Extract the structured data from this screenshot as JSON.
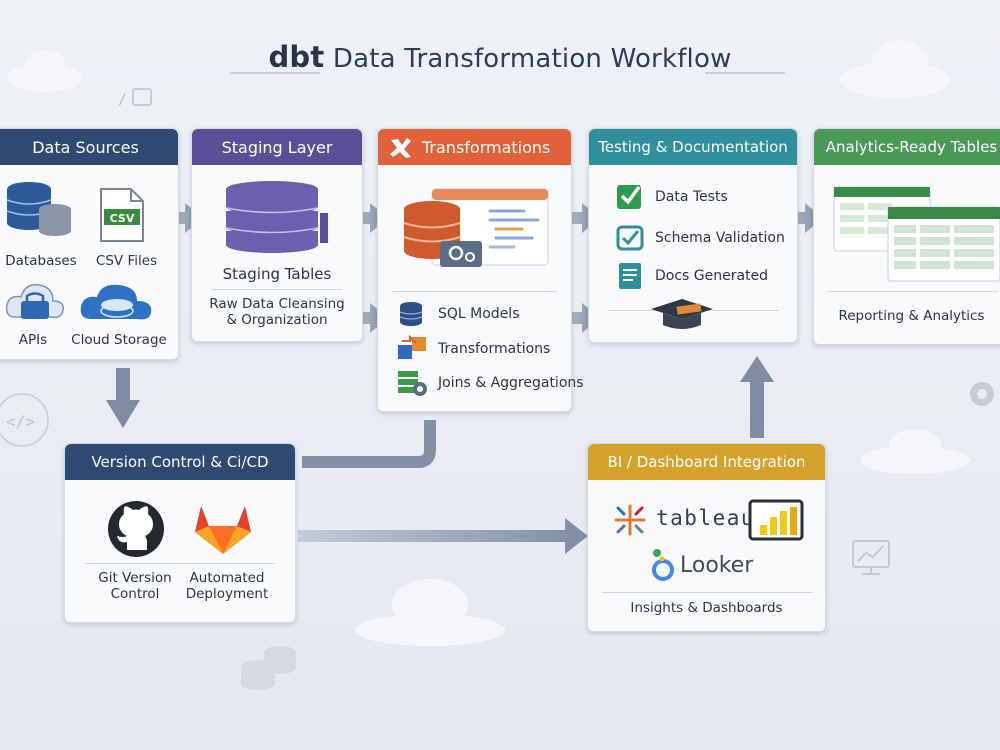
{
  "title": {
    "brand": "dbt",
    "text": "Data Transformation Workflow"
  },
  "sources": {
    "header": "Data Sources",
    "items": [
      "Databases",
      "CSV Files",
      "APIs",
      "Cloud Storage"
    ],
    "csv_badge": "CSV"
  },
  "staging": {
    "header": "Staging Layer",
    "subtitle": "Staging Tables",
    "desc1": "Raw Data Cleansing",
    "desc2": "& Organization"
  },
  "transform": {
    "header": "Transformations",
    "items": [
      "SQL Models",
      "Transformations",
      "Joins & Aggregations"
    ]
  },
  "testing": {
    "header": "Testing & Documentation",
    "items": [
      "Data Tests",
      "Schema Validation",
      "Docs Generated"
    ]
  },
  "analytics": {
    "header": "Analytics-Ready Tables",
    "footer": "Reporting & Analytics"
  },
  "vcs": {
    "header": "Version Control & Ci/CD",
    "git1": "Git Version",
    "git2": "Control",
    "auto1": "Automated",
    "auto2": "Deployment"
  },
  "bi": {
    "header": "BI / Dashboard Integration",
    "tableau": "tableau",
    "looker": "Looker",
    "footer": "Insights & Dashboards"
  },
  "colors": {
    "sources": "#2e4a73",
    "staging": "#5a4f96",
    "transform": "#e0613a",
    "testing": "#2f8f9a",
    "analytics": "#4a9a57",
    "vcs": "#2e4a73",
    "bi": "#d4a22b"
  }
}
